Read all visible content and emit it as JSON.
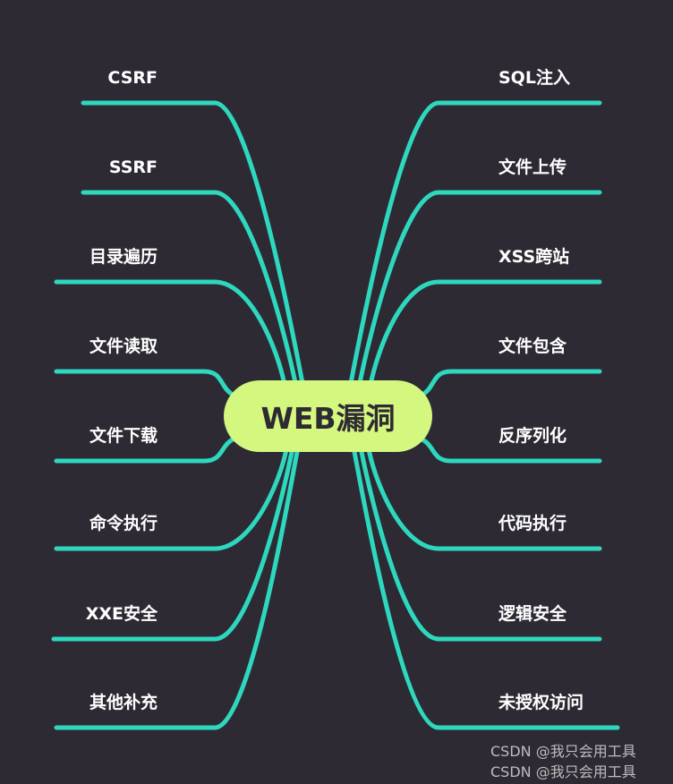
{
  "center": {
    "label": "WEB漏洞"
  },
  "left_branches": [
    {
      "label": "CSRF"
    },
    {
      "label": "SSRF"
    },
    {
      "label": "目录遍历"
    },
    {
      "label": "文件读取"
    },
    {
      "label": "文件下载"
    },
    {
      "label": "命令执行"
    },
    {
      "label": "XXE安全"
    },
    {
      "label": "其他补充"
    }
  ],
  "right_branches": [
    {
      "label": "SQL注入"
    },
    {
      "label": "文件上传"
    },
    {
      "label": "XSS跨站"
    },
    {
      "label": "文件包含"
    },
    {
      "label": "反序列化"
    },
    {
      "label": "代码执行"
    },
    {
      "label": "逻辑安全"
    },
    {
      "label": "未授权访问"
    }
  ],
  "colors": {
    "background": "#2e2a33",
    "branch": "#2dd8bf",
    "center": "#d4f77f"
  },
  "watermark": "CSDN @我只会用工具"
}
